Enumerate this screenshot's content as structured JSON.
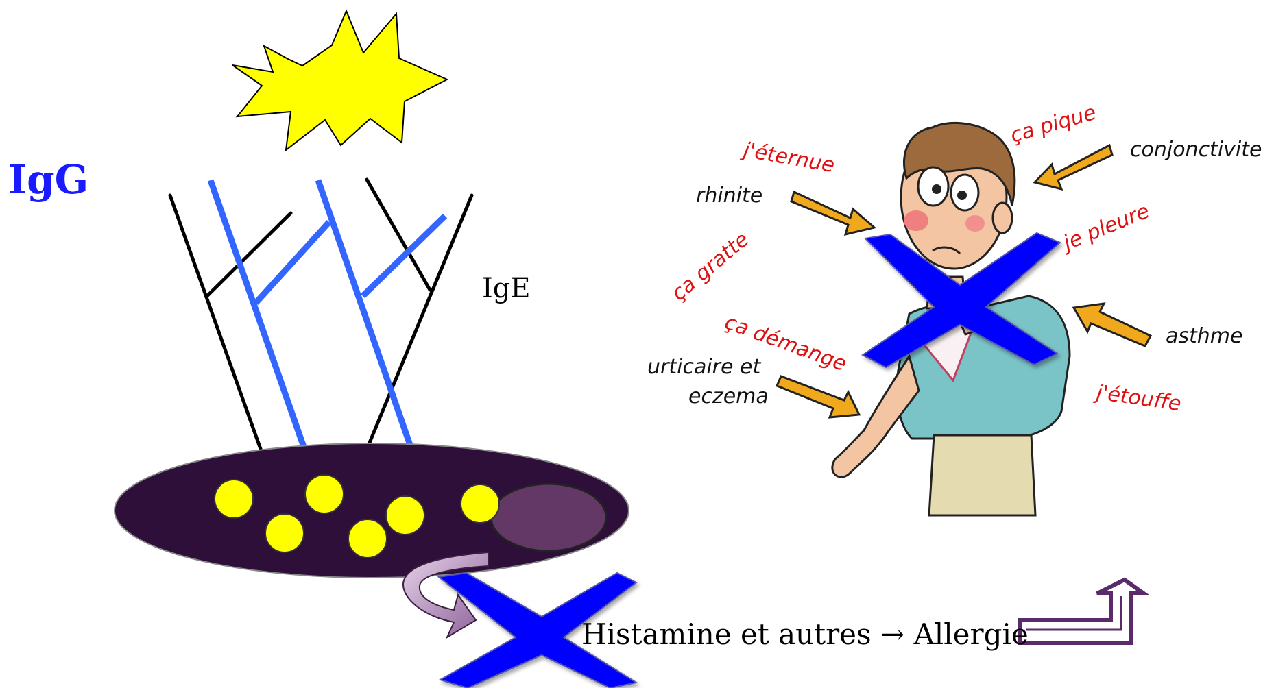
{
  "labels": {
    "igg": "IgG",
    "ige": "IgE",
    "histamine": "Histamine et autres → Allergie"
  },
  "cartoon": {
    "symptoms": {
      "eternue": "j'éternue",
      "pique": "ça pique",
      "pleure": "je pleure",
      "gratte": "ça gratte",
      "demange": "ça démange",
      "etouffe": "j'étouffe"
    },
    "conditions": {
      "rhinite": "rhinite",
      "conjonctivite": "conjonctivite",
      "asthme": "asthme",
      "urticaire_line1": "urticaire et",
      "urticaire_line2": "eczema"
    }
  },
  "colors": {
    "igg": "#1a1aff",
    "ige_lines": "#000000",
    "igg_lines": "#3366ff",
    "sun": "#ffff00",
    "cell": "#2d0f3a",
    "nucleus": "#633766",
    "granule": "#ffff00",
    "cross": "#0000ff",
    "arrow_outline": "#5a2a6a",
    "symptom_text": "#dd1111",
    "condition_text": "#111111",
    "cartoon_arrow": "#f0a91c"
  }
}
